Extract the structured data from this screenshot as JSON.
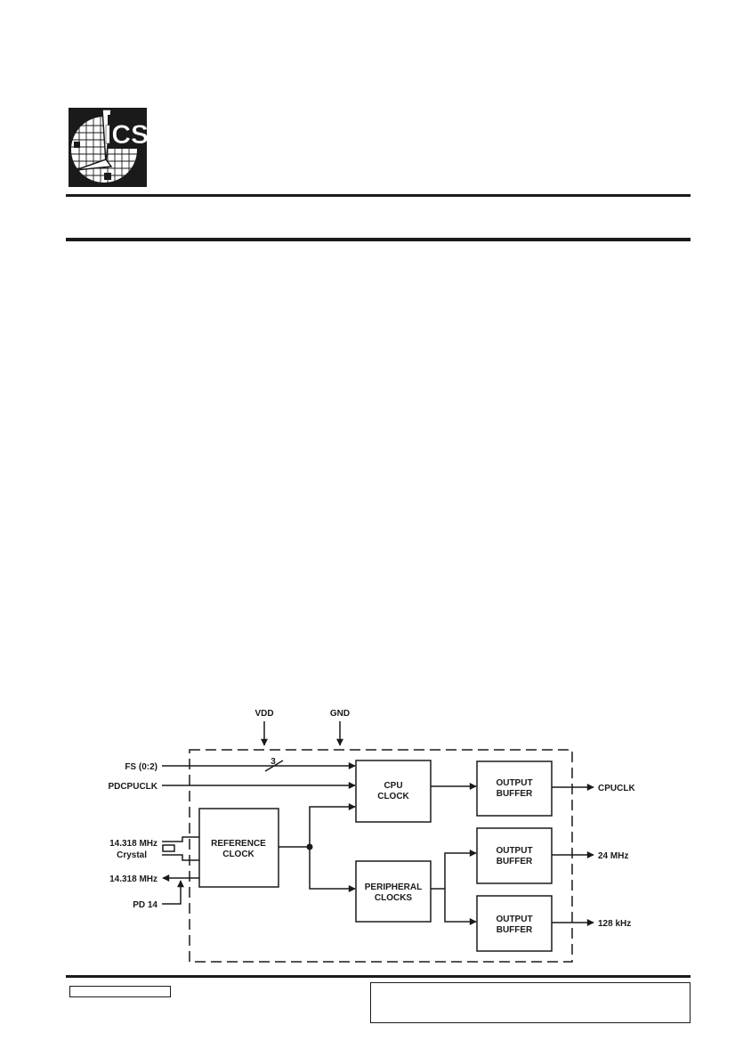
{
  "logo": {
    "text": "ICS"
  },
  "diagram": {
    "labels": {
      "vdd": "VDD",
      "gnd": "GND",
      "fs": "FS (0:2)",
      "bus_width": "3",
      "pdcpuclk": "PDCPUCLK",
      "crystal_freq": "14.318 MHz",
      "crystal": "Crystal",
      "ref_out": "14.318 MHz",
      "pd14": "PD 14",
      "cpuclk": "CPUCLK",
      "out_24": "24 MHz",
      "out_128": "128 kHz"
    },
    "blocks": {
      "cpu_clock": [
        "CPU",
        "CLOCK"
      ],
      "reference_clock": [
        "REFERENCE",
        "CLOCK"
      ],
      "peripheral_clocks": [
        "PERIPHERAL",
        "CLOCKS"
      ],
      "output_buffer_1": [
        "OUTPUT",
        "BUFFER"
      ],
      "output_buffer_2": [
        "OUTPUT",
        "BUFFER"
      ],
      "output_buffer_3": [
        "OUTPUT",
        "BUFFER"
      ]
    }
  }
}
